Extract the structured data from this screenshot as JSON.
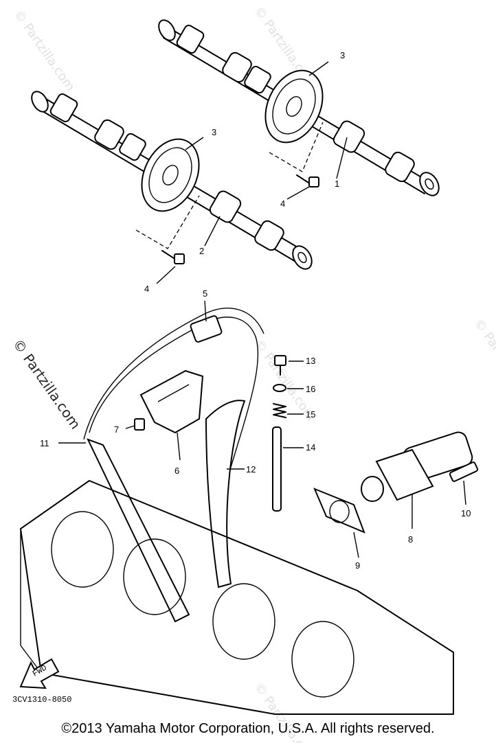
{
  "callouts": {
    "c1": "1",
    "c2": "2",
    "c3a": "3",
    "c3b": "3",
    "c4a": "4",
    "c4b": "4",
    "c5": "5",
    "c6": "6",
    "c7": "7",
    "c8": "8",
    "c9": "9",
    "c10": "10",
    "c11": "11",
    "c12": "12",
    "c13": "13",
    "c14": "14",
    "c15": "15",
    "c16": "16"
  },
  "watermark": {
    "text": "© Partzilla.com",
    "main": "© Partzilla.com"
  },
  "fwd_label": "FWD",
  "diagram_code": "3CV1310-8050",
  "copyright": "©2013  Yamaha Motor Corporation, U.S.A. All rights reserved."
}
